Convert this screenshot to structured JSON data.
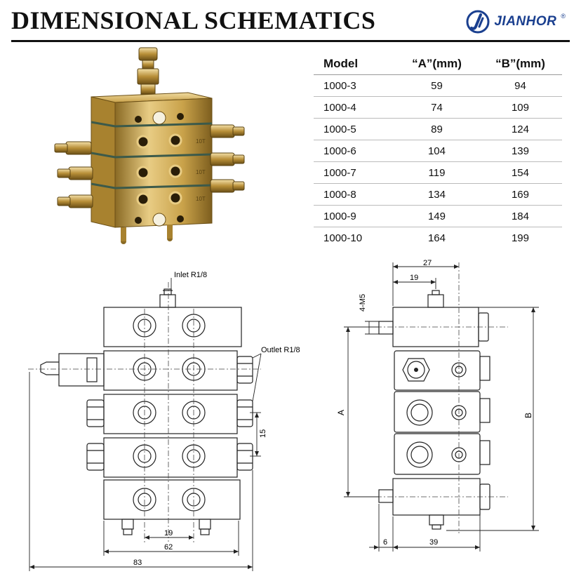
{
  "header": {
    "title": "DIMENSIONAL SCHEMATICS",
    "brand_name": "JIANHOR",
    "brand_reg": "®"
  },
  "spec_table": {
    "columns": [
      "Model",
      "“A”(mm)",
      "“B”(mm)"
    ],
    "rows": [
      [
        "1000-3",
        "59",
        "94"
      ],
      [
        "1000-4",
        "74",
        "109"
      ],
      [
        "1000-5",
        "89",
        "124"
      ],
      [
        "1000-6",
        "104",
        "139"
      ],
      [
        "1000-7",
        "119",
        "154"
      ],
      [
        "1000-8",
        "134",
        "169"
      ],
      [
        "1000-9",
        "149",
        "184"
      ],
      [
        "1000-10",
        "164",
        "199"
      ]
    ]
  },
  "front_view": {
    "inlet_label": "Inlet R1/8",
    "outlet_label": "Outlet R1/8",
    "dim_pitch": "15",
    "dim_hole_spacing": "19",
    "dim_body_width": "62",
    "dim_overall_width": "83"
  },
  "side_view": {
    "dim_top_27": "27",
    "dim_top_19": "19",
    "thread_label": "4-M5",
    "dim_A": "A",
    "dim_B": "B",
    "dim_bottom_6": "6",
    "dim_bottom_39": "39"
  },
  "photo": {
    "section_marks": [
      "10T",
      "10T",
      "10T"
    ]
  },
  "colors": {
    "brand_blue": "#1a3f8f",
    "brass": "#c9a24a",
    "line": "#222222"
  }
}
